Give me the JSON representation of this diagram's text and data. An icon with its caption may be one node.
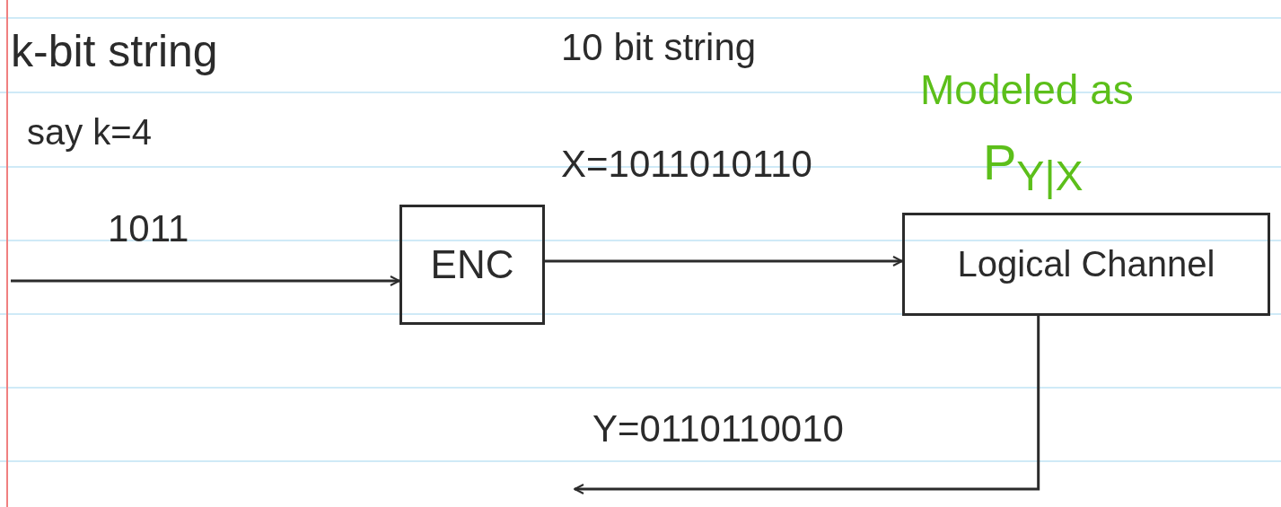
{
  "diagram": {
    "nodes": [
      {
        "text": [
          "ENC"
        ]
      },
      {
        "text": [
          "Logical Channel"
        ]
      }
    ],
    "edges": [
      {
        "from": null,
        "to": 0,
        "arrow": "to",
        "label": "1011"
      },
      {
        "from": 0,
        "to": 1,
        "arrow": "to",
        "label": "X=1011010110"
      },
      {
        "from": 1,
        "to": null,
        "arrow": "to",
        "label": "Y=0110110010"
      }
    ],
    "labels": [
      "k-bit string",
      "say k=4",
      "10 bit string",
      "Modeled as",
      "P$_{Y|X}$"
    ]
  }
}
